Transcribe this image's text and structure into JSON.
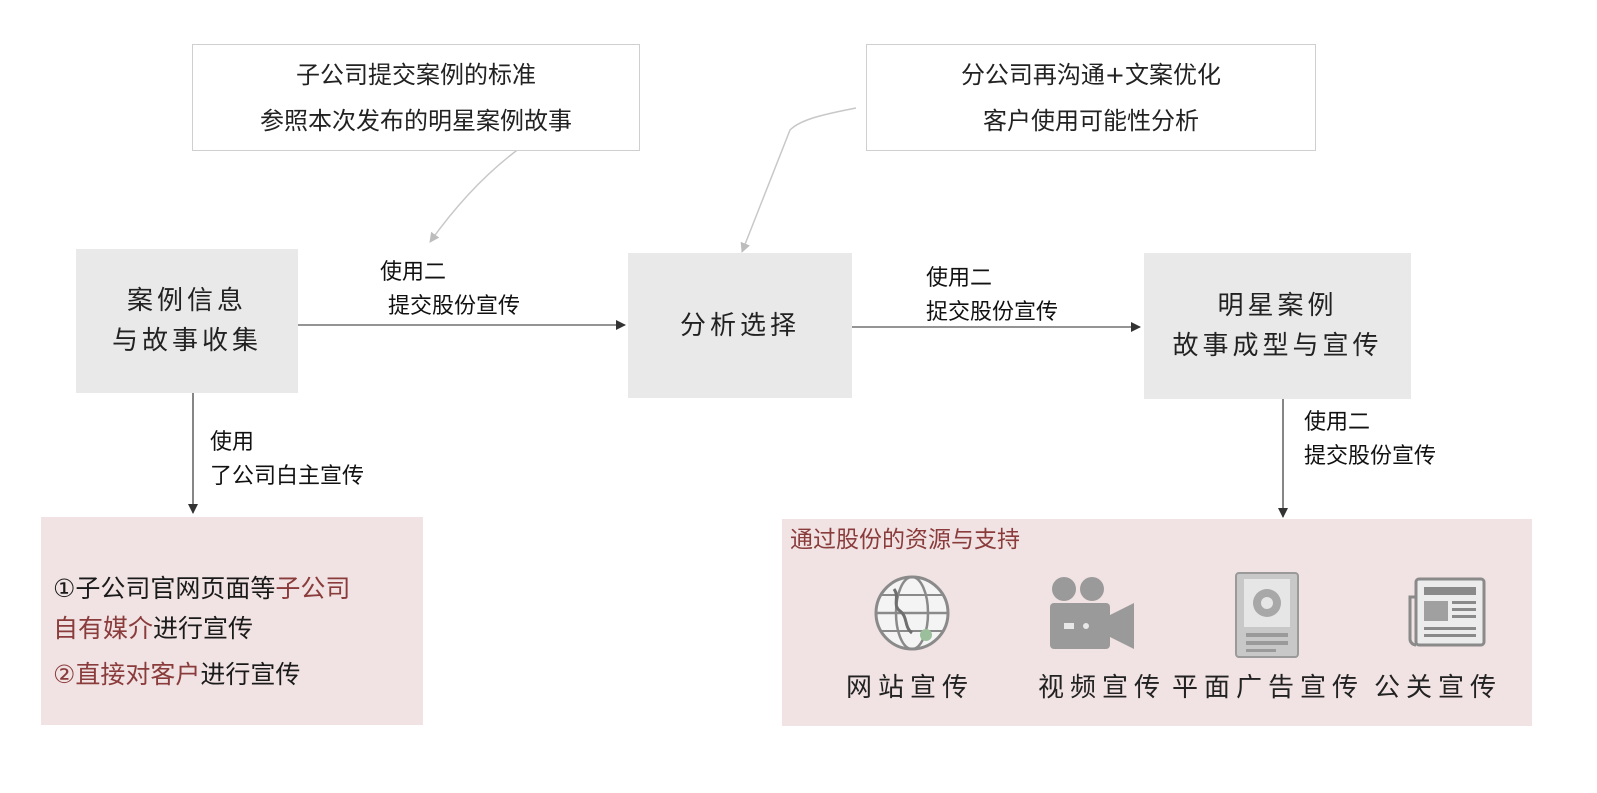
{
  "notes": {
    "submit_standard": {
      "line1": "子公司提交案例的标准",
      "line2": "参照本次发布的明星案例故事"
    },
    "refine": {
      "line1": "分公司再沟通+文案优化",
      "line2": "客户使用可能性分析"
    }
  },
  "steps": {
    "collect": {
      "line1": "案例信息",
      "line2": "与故事收集"
    },
    "select": {
      "line1": "分析选择"
    },
    "shape": {
      "line1": "明星案例",
      "line2": "故事成型与宣传"
    }
  },
  "edge_labels": {
    "collect_to_select": {
      "line1": "使用二",
      "line2": "提交股份宣传"
    },
    "select_to_shape": {
      "line1": "使用二",
      "line2": "捉交股份宣传"
    },
    "shape_down": {
      "line1": "使用二",
      "line2": "提交股份宣传"
    },
    "collect_down": {
      "line1": "使用",
      "line2": "了公司白主宣传"
    }
  },
  "left_panel": {
    "item1_prefix": "①子公司官网页面等",
    "item1_red": "子公司",
    "item1_red2": "自有媒介",
    "item1_suffix": "进行宣传",
    "item2_red": "②直接对客户",
    "item2_suffix": "进行宣传"
  },
  "right_panel": {
    "title": "通过股份的资源与支持",
    "channels": [
      {
        "label": "网站宣传",
        "icon": "globe-icon"
      },
      {
        "label": "视频宣传",
        "icon": "video-camera-icon"
      },
      {
        "label": "平面广告宣传",
        "icon": "poster-icon"
      },
      {
        "label": "公关宣传",
        "icon": "newspaper-icon"
      }
    ]
  },
  "colors": {
    "step_fill": "#e9e9e9",
    "panel_fill": "#f1e3e3",
    "accent_red": "#8a3b3b",
    "icon_gray": "#9a9a9a"
  }
}
